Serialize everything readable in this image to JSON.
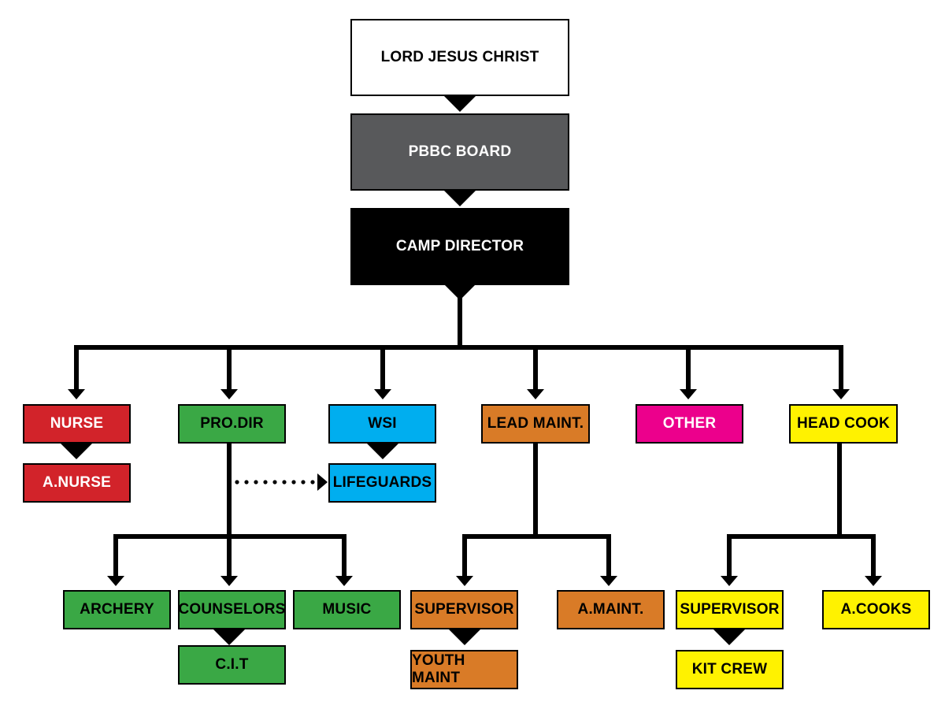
{
  "org": {
    "lord": "LORD JESUS CHRIST",
    "board": "PBBC BOARD",
    "director": "CAMP DIRECTOR",
    "nurse": "NURSE",
    "a_nurse": "A.NURSE",
    "pro_dir": "PRO.DIR",
    "wsi": "WSI",
    "lifeguards": "LIFEGUARDS",
    "lead_maint": "LEAD MAINT.",
    "other": "OTHER",
    "head_cook": "HEAD COOK",
    "archery": "ARCHERY",
    "counselors": "COUNSELORS",
    "music": "MUSIC",
    "cit": "C.I.T",
    "maint_supervisor": "SUPERVISOR",
    "youth_maint": "YOUTH MAINT",
    "a_maint": "A.MAINT.",
    "kitchen_supervisor": "SUPERVISOR",
    "kit_crew": "KIT CREW",
    "a_cooks": "A.COOKS"
  },
  "colors": {
    "gray": "#58595b",
    "red": "#d2232a",
    "green": "#3aa845",
    "blue": "#00aeef",
    "orange": "#d97b27",
    "pink": "#ec008c",
    "yellow": "#fff200"
  }
}
